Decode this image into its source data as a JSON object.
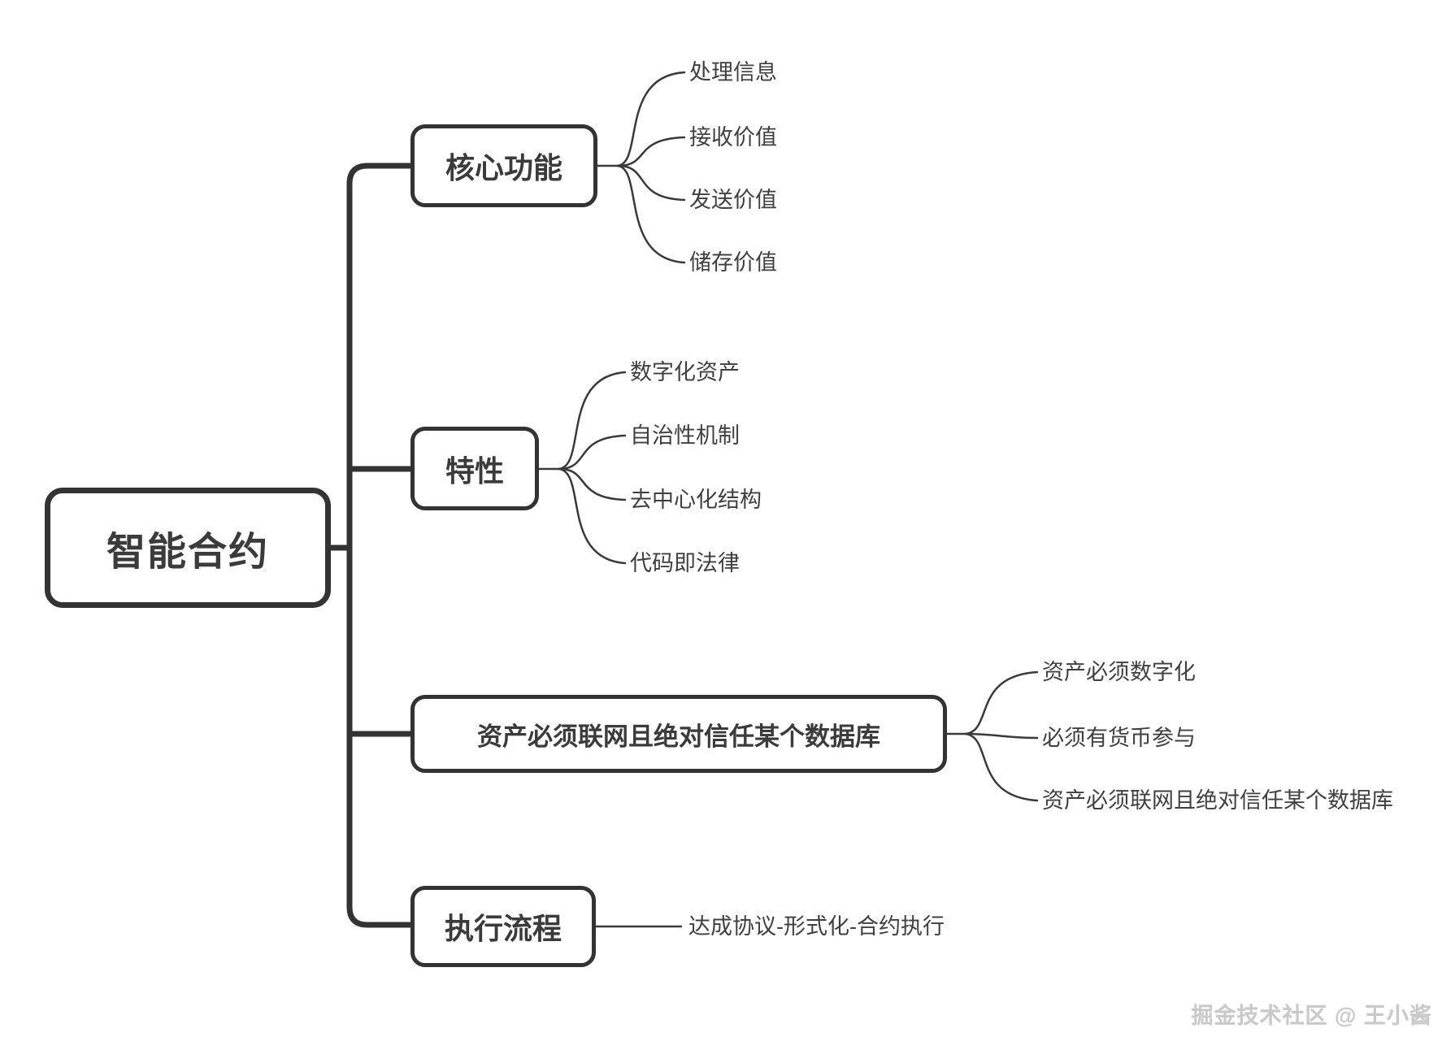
{
  "root": {
    "label": "智能合约"
  },
  "branches": [
    {
      "label": "核心功能",
      "children": [
        {
          "label": "处理信息"
        },
        {
          "label": "接收价值"
        },
        {
          "label": "发送价值"
        },
        {
          "label": "储存价值"
        }
      ]
    },
    {
      "label": "特性",
      "children": [
        {
          "label": "数字化资产"
        },
        {
          "label": "自治性机制"
        },
        {
          "label": "去中心化结构"
        },
        {
          "label": "代码即法律"
        }
      ]
    },
    {
      "label": "资产必须联网且绝对信任某个数据库",
      "children": [
        {
          "label": "资产必须数字化"
        },
        {
          "label": "必须有货币参与"
        },
        {
          "label": "资产必须联网且绝对信任某个数据库"
        }
      ]
    },
    {
      "label": "执行流程",
      "children": [
        {
          "label": "达成协议-形式化-合约执行"
        }
      ]
    }
  ],
  "watermark": {
    "text": "掘金技术社区 @ 王小酱"
  },
  "colors": {
    "line": "#333333",
    "node_text": "#3b3b3b",
    "leaf_text": "#404040",
    "background": "#ffffff",
    "watermark": "#c9c9c9"
  }
}
